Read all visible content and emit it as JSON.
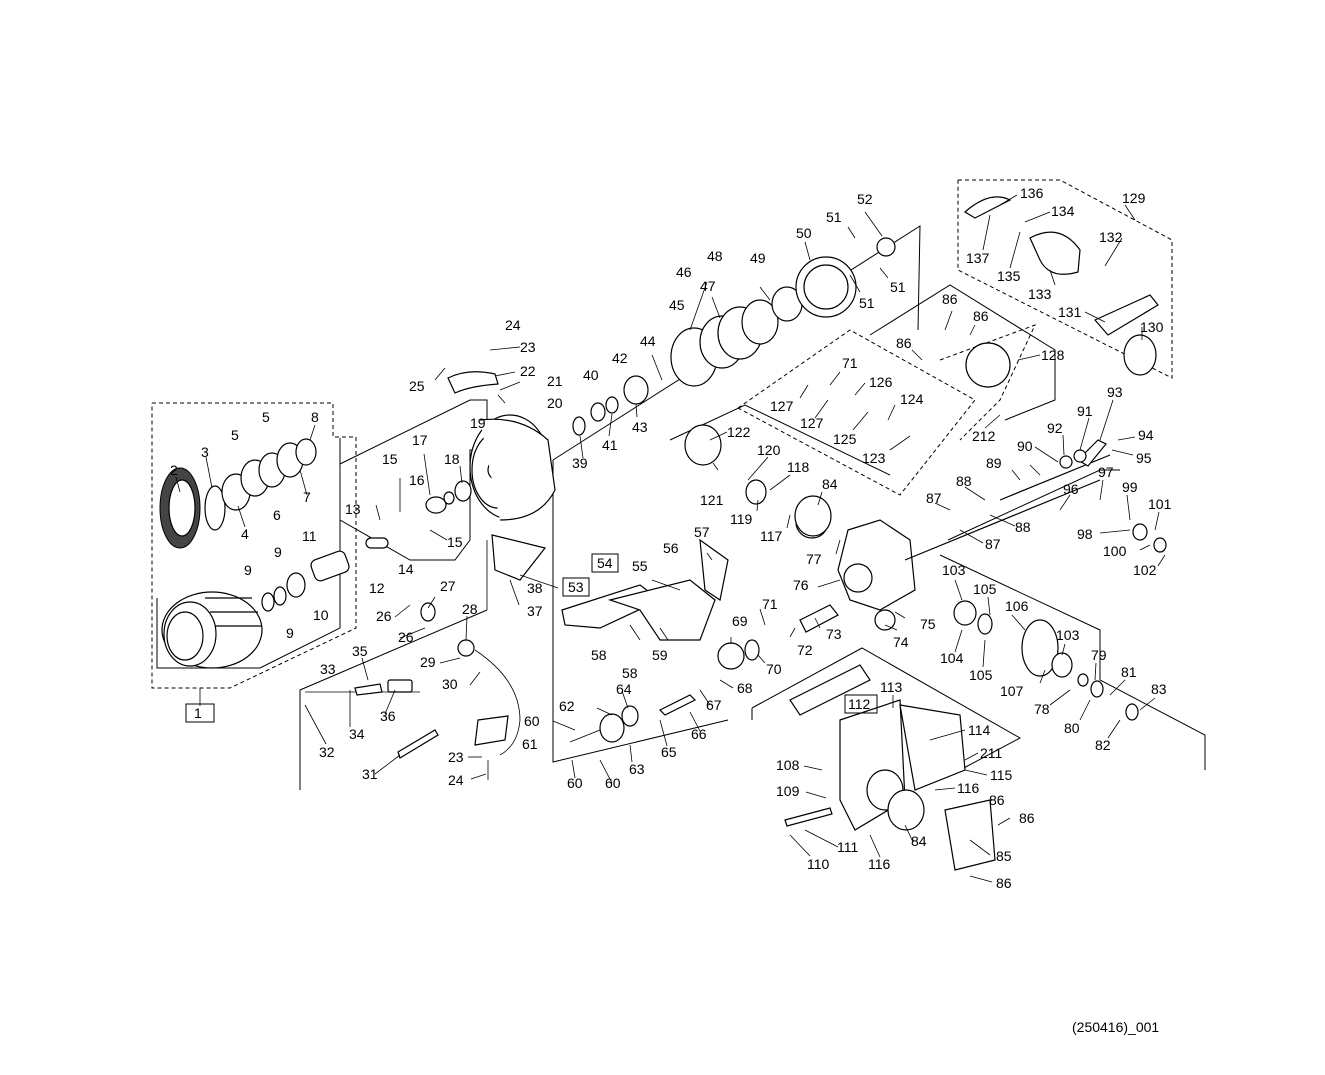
{
  "figure": {
    "reference_code": "(250416)_001",
    "labels": [
      {
        "id": "l1",
        "text": "1"
      },
      {
        "id": "l2",
        "text": "2"
      },
      {
        "id": "l3",
        "text": "3"
      },
      {
        "id": "l4",
        "text": "4"
      },
      {
        "id": "l5a",
        "text": "5"
      },
      {
        "id": "l5b",
        "text": "5"
      },
      {
        "id": "l6",
        "text": "6"
      },
      {
        "id": "l7",
        "text": "7"
      },
      {
        "id": "l8",
        "text": "8"
      },
      {
        "id": "l9a",
        "text": "9"
      },
      {
        "id": "l9b",
        "text": "9"
      },
      {
        "id": "l9c",
        "text": "9"
      },
      {
        "id": "l10",
        "text": "10"
      },
      {
        "id": "l11",
        "text": "11"
      },
      {
        "id": "l12",
        "text": "12"
      },
      {
        "id": "l13",
        "text": "13"
      },
      {
        "id": "l14",
        "text": "14"
      },
      {
        "id": "l15a",
        "text": "15"
      },
      {
        "id": "l15b",
        "text": "15"
      },
      {
        "id": "l16",
        "text": "16"
      },
      {
        "id": "l17",
        "text": "17"
      },
      {
        "id": "l18",
        "text": "18"
      },
      {
        "id": "l19",
        "text": "19"
      },
      {
        "id": "l20",
        "text": "20"
      },
      {
        "id": "l21",
        "text": "21"
      },
      {
        "id": "l22",
        "text": "22"
      },
      {
        "id": "l23a",
        "text": "23"
      },
      {
        "id": "l23b",
        "text": "23"
      },
      {
        "id": "l24a",
        "text": "24"
      },
      {
        "id": "l24b",
        "text": "24"
      },
      {
        "id": "l25",
        "text": "25"
      },
      {
        "id": "l26a",
        "text": "26"
      },
      {
        "id": "l26b",
        "text": "26"
      },
      {
        "id": "l27",
        "text": "27"
      },
      {
        "id": "l28",
        "text": "28"
      },
      {
        "id": "l29",
        "text": "29"
      },
      {
        "id": "l30",
        "text": "30"
      },
      {
        "id": "l31",
        "text": "31"
      },
      {
        "id": "l32",
        "text": "32"
      },
      {
        "id": "l33",
        "text": "33"
      },
      {
        "id": "l34",
        "text": "34"
      },
      {
        "id": "l35",
        "text": "35"
      },
      {
        "id": "l36",
        "text": "36"
      },
      {
        "id": "l37",
        "text": "37"
      },
      {
        "id": "l38",
        "text": "38"
      },
      {
        "id": "l39",
        "text": "39"
      },
      {
        "id": "l40",
        "text": "40"
      },
      {
        "id": "l41",
        "text": "41"
      },
      {
        "id": "l42",
        "text": "42"
      },
      {
        "id": "l43",
        "text": "43"
      },
      {
        "id": "l44",
        "text": "44"
      },
      {
        "id": "l45",
        "text": "45"
      },
      {
        "id": "l46",
        "text": "46"
      },
      {
        "id": "l47",
        "text": "47"
      },
      {
        "id": "l48",
        "text": "48"
      },
      {
        "id": "l49",
        "text": "49"
      },
      {
        "id": "l50",
        "text": "50"
      },
      {
        "id": "l51a",
        "text": "51"
      },
      {
        "id": "l51b",
        "text": "51"
      },
      {
        "id": "l51c",
        "text": "51"
      },
      {
        "id": "l52",
        "text": "52"
      },
      {
        "id": "l53",
        "text": "53"
      },
      {
        "id": "l54",
        "text": "54"
      },
      {
        "id": "l55",
        "text": "55"
      },
      {
        "id": "l56",
        "text": "56"
      },
      {
        "id": "l57",
        "text": "57"
      },
      {
        "id": "l58a",
        "text": "58"
      },
      {
        "id": "l58b",
        "text": "58"
      },
      {
        "id": "l59",
        "text": "59"
      },
      {
        "id": "l60a",
        "text": "60"
      },
      {
        "id": "l60b",
        "text": "60"
      },
      {
        "id": "l60c",
        "text": "60"
      },
      {
        "id": "l61",
        "text": "61"
      },
      {
        "id": "l62",
        "text": "62"
      },
      {
        "id": "l63",
        "text": "63"
      },
      {
        "id": "l64",
        "text": "64"
      },
      {
        "id": "l65",
        "text": "65"
      },
      {
        "id": "l66",
        "text": "66"
      },
      {
        "id": "l67",
        "text": "67"
      },
      {
        "id": "l68",
        "text": "68"
      },
      {
        "id": "l69",
        "text": "69"
      },
      {
        "id": "l70",
        "text": "70"
      },
      {
        "id": "l71a",
        "text": "71"
      },
      {
        "id": "l71b",
        "text": "71"
      },
      {
        "id": "l72",
        "text": "72"
      },
      {
        "id": "l73",
        "text": "73"
      },
      {
        "id": "l74",
        "text": "74"
      },
      {
        "id": "l75",
        "text": "75"
      },
      {
        "id": "l76",
        "text": "76"
      },
      {
        "id": "l77",
        "text": "77"
      },
      {
        "id": "l78",
        "text": "78"
      },
      {
        "id": "l79",
        "text": "79"
      },
      {
        "id": "l80",
        "text": "80"
      },
      {
        "id": "l81",
        "text": "81"
      },
      {
        "id": "l82",
        "text": "82"
      },
      {
        "id": "l83",
        "text": "83"
      },
      {
        "id": "l84a",
        "text": "84"
      },
      {
        "id": "l84b",
        "text": "84"
      },
      {
        "id": "l85",
        "text": "85"
      },
      {
        "id": "l86a",
        "text": "86"
      },
      {
        "id": "l86b",
        "text": "86"
      },
      {
        "id": "l86c",
        "text": "86"
      },
      {
        "id": "l86d",
        "text": "86"
      },
      {
        "id": "l86e",
        "text": "86"
      },
      {
        "id": "l86f",
        "text": "86"
      },
      {
        "id": "l87a",
        "text": "87"
      },
      {
        "id": "l87b",
        "text": "87"
      },
      {
        "id": "l88a",
        "text": "88"
      },
      {
        "id": "l88b",
        "text": "88"
      },
      {
        "id": "l89",
        "text": "89"
      },
      {
        "id": "l90",
        "text": "90"
      },
      {
        "id": "l91",
        "text": "91"
      },
      {
        "id": "l92",
        "text": "92"
      },
      {
        "id": "l93",
        "text": "93"
      },
      {
        "id": "l94",
        "text": "94"
      },
      {
        "id": "l95",
        "text": "95"
      },
      {
        "id": "l96",
        "text": "96"
      },
      {
        "id": "l97",
        "text": "97"
      },
      {
        "id": "l98",
        "text": "98"
      },
      {
        "id": "l99",
        "text": "99"
      },
      {
        "id": "l100",
        "text": "100"
      },
      {
        "id": "l101",
        "text": "101"
      },
      {
        "id": "l102",
        "text": "102"
      },
      {
        "id": "l103a",
        "text": "103"
      },
      {
        "id": "l103b",
        "text": "103"
      },
      {
        "id": "l104",
        "text": "104"
      },
      {
        "id": "l105a",
        "text": "105"
      },
      {
        "id": "l105b",
        "text": "105"
      },
      {
        "id": "l106",
        "text": "106"
      },
      {
        "id": "l107",
        "text": "107"
      },
      {
        "id": "l108",
        "text": "108"
      },
      {
        "id": "l109",
        "text": "109"
      },
      {
        "id": "l110",
        "text": "110"
      },
      {
        "id": "l111",
        "text": "111"
      },
      {
        "id": "l112",
        "text": "112"
      },
      {
        "id": "l113",
        "text": "113"
      },
      {
        "id": "l114",
        "text": "114"
      },
      {
        "id": "l115",
        "text": "115"
      },
      {
        "id": "l116a",
        "text": "116"
      },
      {
        "id": "l116b",
        "text": "116"
      },
      {
        "id": "l117",
        "text": "117"
      },
      {
        "id": "l118",
        "text": "118"
      },
      {
        "id": "l119",
        "text": "119"
      },
      {
        "id": "l120",
        "text": "120"
      },
      {
        "id": "l121",
        "text": "121"
      },
      {
        "id": "l122",
        "text": "122"
      },
      {
        "id": "l123",
        "text": "123"
      },
      {
        "id": "l124",
        "text": "124"
      },
      {
        "id": "l125",
        "text": "125"
      },
      {
        "id": "l126",
        "text": "126"
      },
      {
        "id": "l127a",
        "text": "127"
      },
      {
        "id": "l127b",
        "text": "127"
      },
      {
        "id": "l128",
        "text": "128"
      },
      {
        "id": "l129",
        "text": "129"
      },
      {
        "id": "l130",
        "text": "130"
      },
      {
        "id": "l131",
        "text": "131"
      },
      {
        "id": "l132",
        "text": "132"
      },
      {
        "id": "l133",
        "text": "133"
      },
      {
        "id": "l134",
        "text": "134"
      },
      {
        "id": "l135",
        "text": "135"
      },
      {
        "id": "l136",
        "text": "136"
      },
      {
        "id": "l137",
        "text": "137"
      },
      {
        "id": "l211",
        "text": "211"
      },
      {
        "id": "l212",
        "text": "212"
      }
    ]
  }
}
